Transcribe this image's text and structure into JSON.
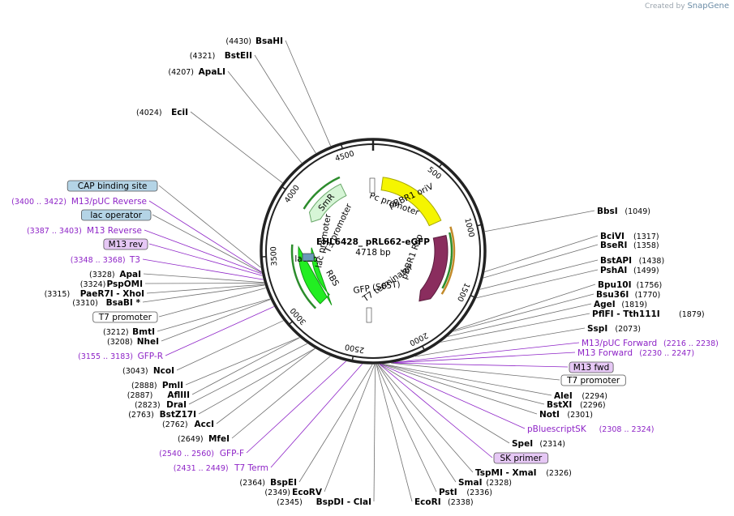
{
  "credit": {
    "prefix": "Created by",
    "brand": "SnapGene"
  },
  "plasmid": {
    "name": "EHL6428_ pRL662-eGFP",
    "length_label": "4718 bp",
    "length": 4718
  },
  "ticks": [
    "500",
    "1000",
    "1500",
    "2000",
    "2500",
    "3000",
    "3500",
    "4000",
    "4500"
  ],
  "features": [
    {
      "name": "pBBR1 oriV",
      "color": "#f5f500",
      "outline": "#a7a700"
    },
    {
      "name": "pBBR1 Rep",
      "color": "#8a2d5e",
      "outline": "#5a1c3d"
    },
    {
      "name": "GFP (S65T)",
      "color": "#22ee22",
      "outline": "#129912"
    },
    {
      "name": "SmR",
      "color": "#d6f5d6",
      "outline": "#6aa86a"
    },
    {
      "name": "Pc promoter"
    },
    {
      "name": "T7 terminator"
    },
    {
      "name": "RBS"
    },
    {
      "name": "lac promoter"
    },
    {
      "name": "T3 promoter"
    },
    {
      "name": "lacZα"
    }
  ],
  "sites_right": [
    {
      "name": "BbsI",
      "pos": "(1049)"
    },
    {
      "name": "BciVI",
      "pos": "(1317)"
    },
    {
      "name": "BseRI",
      "pos": "(1358)"
    },
    {
      "name": "BstAPI",
      "pos": "(1438)"
    },
    {
      "name": "PshAI",
      "pos": "(1499)"
    },
    {
      "name": "Bpu10I",
      "pos": "(1756)"
    },
    {
      "name": "Bsu36I",
      "pos": "(1770)"
    },
    {
      "name": "AgeI",
      "pos": "(1819)"
    },
    {
      "name": "PflFI - Tth111I",
      "pos": "(1879)"
    },
    {
      "name": "SspI",
      "pos": "(2073)"
    }
  ],
  "primers_right": [
    {
      "name": "M13/pUC Forward",
      "pos": "(2216 .. 2238)"
    },
    {
      "name": "M13 Forward",
      "pos": "(2230 .. 2247)"
    }
  ],
  "boxes_right": [
    {
      "name": "M13 fwd",
      "kind": "primer"
    },
    {
      "name": "T7 promoter",
      "kind": "promoter"
    }
  ],
  "sites_right2": [
    {
      "name": "AleI",
      "pos": "(2294)"
    },
    {
      "name": "BstXI",
      "pos": "(2296)"
    },
    {
      "name": "NotI",
      "pos": "(2301)"
    }
  ],
  "primer_right2": {
    "name": "pBluescriptSK",
    "pos": "(2308 .. 2324)"
  },
  "site_spei": {
    "name": "SpeI",
    "pos": "(2314)"
  },
  "box_sk": {
    "name": "SK primer",
    "kind": "primer"
  },
  "sites_bottom": [
    {
      "name": "TspMI - XmaI",
      "pos": "(2326)"
    },
    {
      "name": "SmaI",
      "pos": "(2328)"
    },
    {
      "name": "PstI",
      "pos": "(2336)"
    },
    {
      "name": "EcoRI",
      "pos": "(2338)"
    }
  ],
  "sites_bottom_left": [
    {
      "name": "BspDI - ClaI",
      "pos": "(2345)"
    },
    {
      "name": "EcoRV",
      "pos": "(2349)"
    },
    {
      "name": "BspEI",
      "pos": "(2364)"
    }
  ],
  "primers_left_bottom": [
    {
      "name": "T7 Term",
      "pos": "(2431 .. 2449)"
    },
    {
      "name": "GFP-F",
      "pos": "(2540 .. 2560)"
    }
  ],
  "sites_left": [
    {
      "name": "MfeI",
      "pos": "(2649)"
    },
    {
      "name": "AccI",
      "pos": "(2762)"
    },
    {
      "name": "BstZ17I",
      "pos": "(2763)"
    },
    {
      "name": "DraI",
      "pos": "(2823)"
    },
    {
      "name": "AflIII",
      "pos": "(2887)"
    },
    {
      "name": "PmlI",
      "pos": "(2888)"
    },
    {
      "name": "NcoI",
      "pos": "(3043)"
    }
  ],
  "primer_gfpr": {
    "name": "GFP-R",
    "pos": "(3155 .. 3183)"
  },
  "sites_left2": [
    {
      "name": "NheI",
      "pos": "(3208)"
    },
    {
      "name": "BmtI",
      "pos": "(3212)"
    }
  ],
  "box_t7_left": {
    "name": "T7 promoter",
    "kind": "promoter"
  },
  "sites_left3": [
    {
      "name": "BsaBI *",
      "pos": "(3310)"
    },
    {
      "name": "PaeR7I - XhoI",
      "pos": "(3315)"
    },
    {
      "name": "PspOMI",
      "pos": "(3324)"
    },
    {
      "name": "ApaI",
      "pos": "(3328)"
    }
  ],
  "primer_t3": {
    "name": "T3",
    "pos": "(3348 .. 3368)"
  },
  "box_m13rev": {
    "name": "M13 rev",
    "kind": "primer"
  },
  "primer_m13rev": {
    "name": "M13 Reverse",
    "pos": "(3387 .. 3403)"
  },
  "box_lacop": {
    "name": "lac operator",
    "kind": "site"
  },
  "primer_m13puc": {
    "name": "M13/pUC Reverse",
    "pos": "(3400 .. 3422)"
  },
  "box_cap": {
    "name": "CAP binding site",
    "kind": "site"
  },
  "sites_top": [
    {
      "name": "EciI",
      "pos": "(4024)"
    },
    {
      "name": "ApaLI",
      "pos": "(4207)"
    },
    {
      "name": "BstEII",
      "pos": "(4321)"
    },
    {
      "name": "BsaHI",
      "pos": "(4430)"
    }
  ],
  "colors": {
    "backbone": "#222222",
    "primer": "#8e24c7",
    "primer_box": "#e6c8f5",
    "site_box": "#b4d4e6",
    "promoter_box": "#ffffff",
    "connector": "#6f6f6f"
  }
}
